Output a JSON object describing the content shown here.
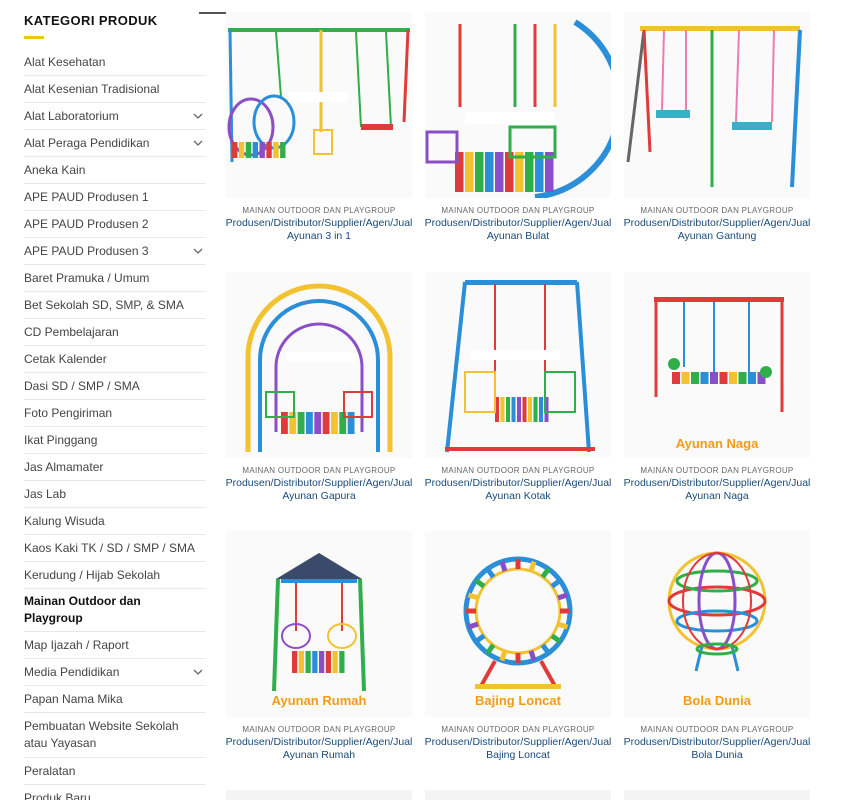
{
  "sidebar": {
    "title": "KATEGORI PRODUK",
    "accent_color": "#f1c40f",
    "items": [
      {
        "label": "Alat Kesehatan",
        "has_children": false,
        "active": false
      },
      {
        "label": "Alat Kesenian Tradisional",
        "has_children": false,
        "active": false
      },
      {
        "label": "Alat Laboratorium",
        "has_children": true,
        "active": false
      },
      {
        "label": "Alat Peraga Pendidikan",
        "has_children": true,
        "active": false
      },
      {
        "label": "Aneka Kain",
        "has_children": false,
        "active": false
      },
      {
        "label": "APE PAUD Produsen 1",
        "has_children": false,
        "active": false
      },
      {
        "label": "APE PAUD Produsen 2",
        "has_children": false,
        "active": false
      },
      {
        "label": "APE PAUD Produsen 3",
        "has_children": true,
        "active": false
      },
      {
        "label": "Baret Pramuka / Umum",
        "has_children": false,
        "active": false
      },
      {
        "label": "Bet Sekolah SD, SMP, & SMA",
        "has_children": false,
        "active": false
      },
      {
        "label": "CD Pembelajaran",
        "has_children": false,
        "active": false
      },
      {
        "label": "Cetak Kalender",
        "has_children": false,
        "active": false
      },
      {
        "label": "Dasi SD / SMP / SMA",
        "has_children": false,
        "active": false
      },
      {
        "label": "Foto Pengiriman",
        "has_children": false,
        "active": false
      },
      {
        "label": "Ikat Pinggang",
        "has_children": false,
        "active": false
      },
      {
        "label": "Jas Almamater",
        "has_children": false,
        "active": false
      },
      {
        "label": "Jas Lab",
        "has_children": false,
        "active": false
      },
      {
        "label": "Kalung Wisuda",
        "has_children": false,
        "active": false
      },
      {
        "label": "Kaos Kaki TK / SD / SMP / SMA",
        "has_children": false,
        "active": false
      },
      {
        "label": "Kerudung / Hijab Sekolah",
        "has_children": false,
        "active": false
      },
      {
        "label": "Mainan Outdoor dan Playgroup",
        "has_children": false,
        "active": true
      },
      {
        "label": "Map Ijazah / Raport",
        "has_children": false,
        "active": false
      },
      {
        "label": "Media Pendidikan",
        "has_children": true,
        "active": false
      },
      {
        "label": "Papan Nama Mika",
        "has_children": false,
        "active": false
      },
      {
        "label": "Pembuatan Website Sekolah atau Yayasan",
        "has_children": false,
        "active": false
      },
      {
        "label": "Peralatan",
        "has_children": false,
        "active": false
      },
      {
        "label": "Produk Baru",
        "has_children": false,
        "active": false
      }
    ]
  },
  "products": [
    {
      "category": "MAINAN OUTDOOR DAN PLAYGROUP",
      "title_line1": "Produsen/Distributor/Supplier/Agen/Jual",
      "title_line2": "Ayunan 3 in 1",
      "image_caption": "",
      "icon": "swing-3in1-image"
    },
    {
      "category": "MAINAN OUTDOOR DAN PLAYGROUP",
      "title_line1": "Produsen/Distributor/Supplier/Agen/Jual",
      "title_line2": "Ayunan Bulat",
      "image_caption": "",
      "icon": "round-swing-image"
    },
    {
      "category": "MAINAN OUTDOOR DAN PLAYGROUP",
      "title_line1": "Produsen/Distributor/Supplier/Agen/Jual",
      "title_line2": "Ayunan Gantung",
      "image_caption": "",
      "icon": "hanging-swing-image"
    },
    {
      "category": "MAINAN OUTDOOR DAN PLAYGROUP",
      "title_line1": "Produsen/Distributor/Supplier/Agen/Jual",
      "title_line2": "Ayunan Gapura",
      "image_caption": "",
      "icon": "arch-swing-image"
    },
    {
      "category": "MAINAN OUTDOOR DAN PLAYGROUP",
      "title_line1": "Produsen/Distributor/Supplier/Agen/Jual",
      "title_line2": "Ayunan Kotak",
      "image_caption": "",
      "icon": "box-swing-image"
    },
    {
      "category": "MAINAN OUTDOOR DAN PLAYGROUP",
      "title_line1": "Produsen/Distributor/Supplier/Agen/Jual",
      "title_line2": "Ayunan Naga",
      "image_caption": "Ayunan Naga",
      "icon": "dragon-swing-image"
    },
    {
      "category": "MAINAN OUTDOOR DAN PLAYGROUP",
      "title_line1": "Produsen/Distributor/Supplier/Agen/Jual",
      "title_line2": "Ayunan Rumah",
      "image_caption": "Ayunan Rumah",
      "icon": "house-swing-image"
    },
    {
      "category": "MAINAN OUTDOOR DAN PLAYGROUP",
      "title_line1": "Produsen/Distributor/Supplier/Agen/Jual",
      "title_line2": "Bajing Loncat",
      "image_caption": "Bajing Loncat",
      "icon": "hamster-wheel-image"
    },
    {
      "category": "MAINAN OUTDOOR DAN PLAYGROUP",
      "title_line1": "Produsen/Distributor/Supplier/Agen/Jual",
      "title_line2": "Bola Dunia",
      "image_caption": "Bola Dunia",
      "icon": "globe-climber-image"
    }
  ],
  "colors": {
    "title_link": "#1a4a7a",
    "caption_orange": "#f39c12",
    "frame_blue": "#2a8fd8",
    "frame_green": "#2fae4a",
    "frame_red": "#e03b3b",
    "frame_yellow": "#f2c230",
    "frame_purple": "#8a4fc7"
  }
}
